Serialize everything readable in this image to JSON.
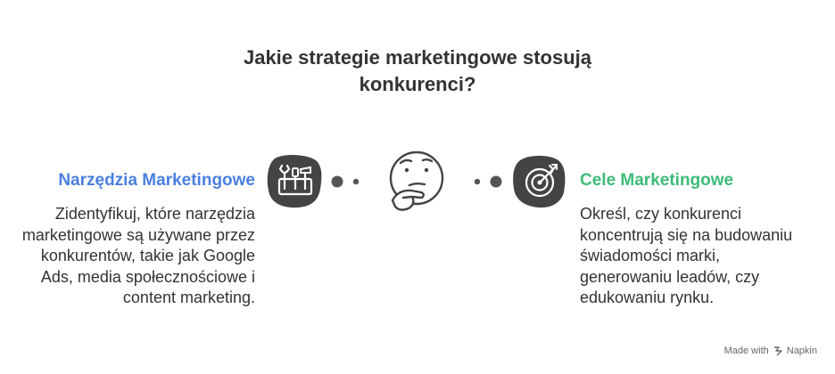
{
  "title": "Jakie strategie marketingowe stosują konkurenci?",
  "left": {
    "heading": "Narzędzia Marketingowe",
    "body": "Zidentyfikuj, które narzędzia marketingowe są używane przez konkurentów, takie jak Google Ads, media społecznościowe i content marketing."
  },
  "right": {
    "heading": "Cele Marketingowe",
    "body": "Określ, czy konkurenci koncentrują się na budowaniu świadomości marki, generowaniu leadów, czy edukowaniu rynku."
  },
  "footer": {
    "made_with": "Made with",
    "brand": "Napkin"
  },
  "icons": {
    "left": "tools-icon",
    "center": "thinking-face-icon",
    "right": "target-icon"
  },
  "colors": {
    "left_accent": "#4a7fe0",
    "right_accent": "#3dbb77",
    "icon_blob": "#444444",
    "text": "#333333"
  }
}
